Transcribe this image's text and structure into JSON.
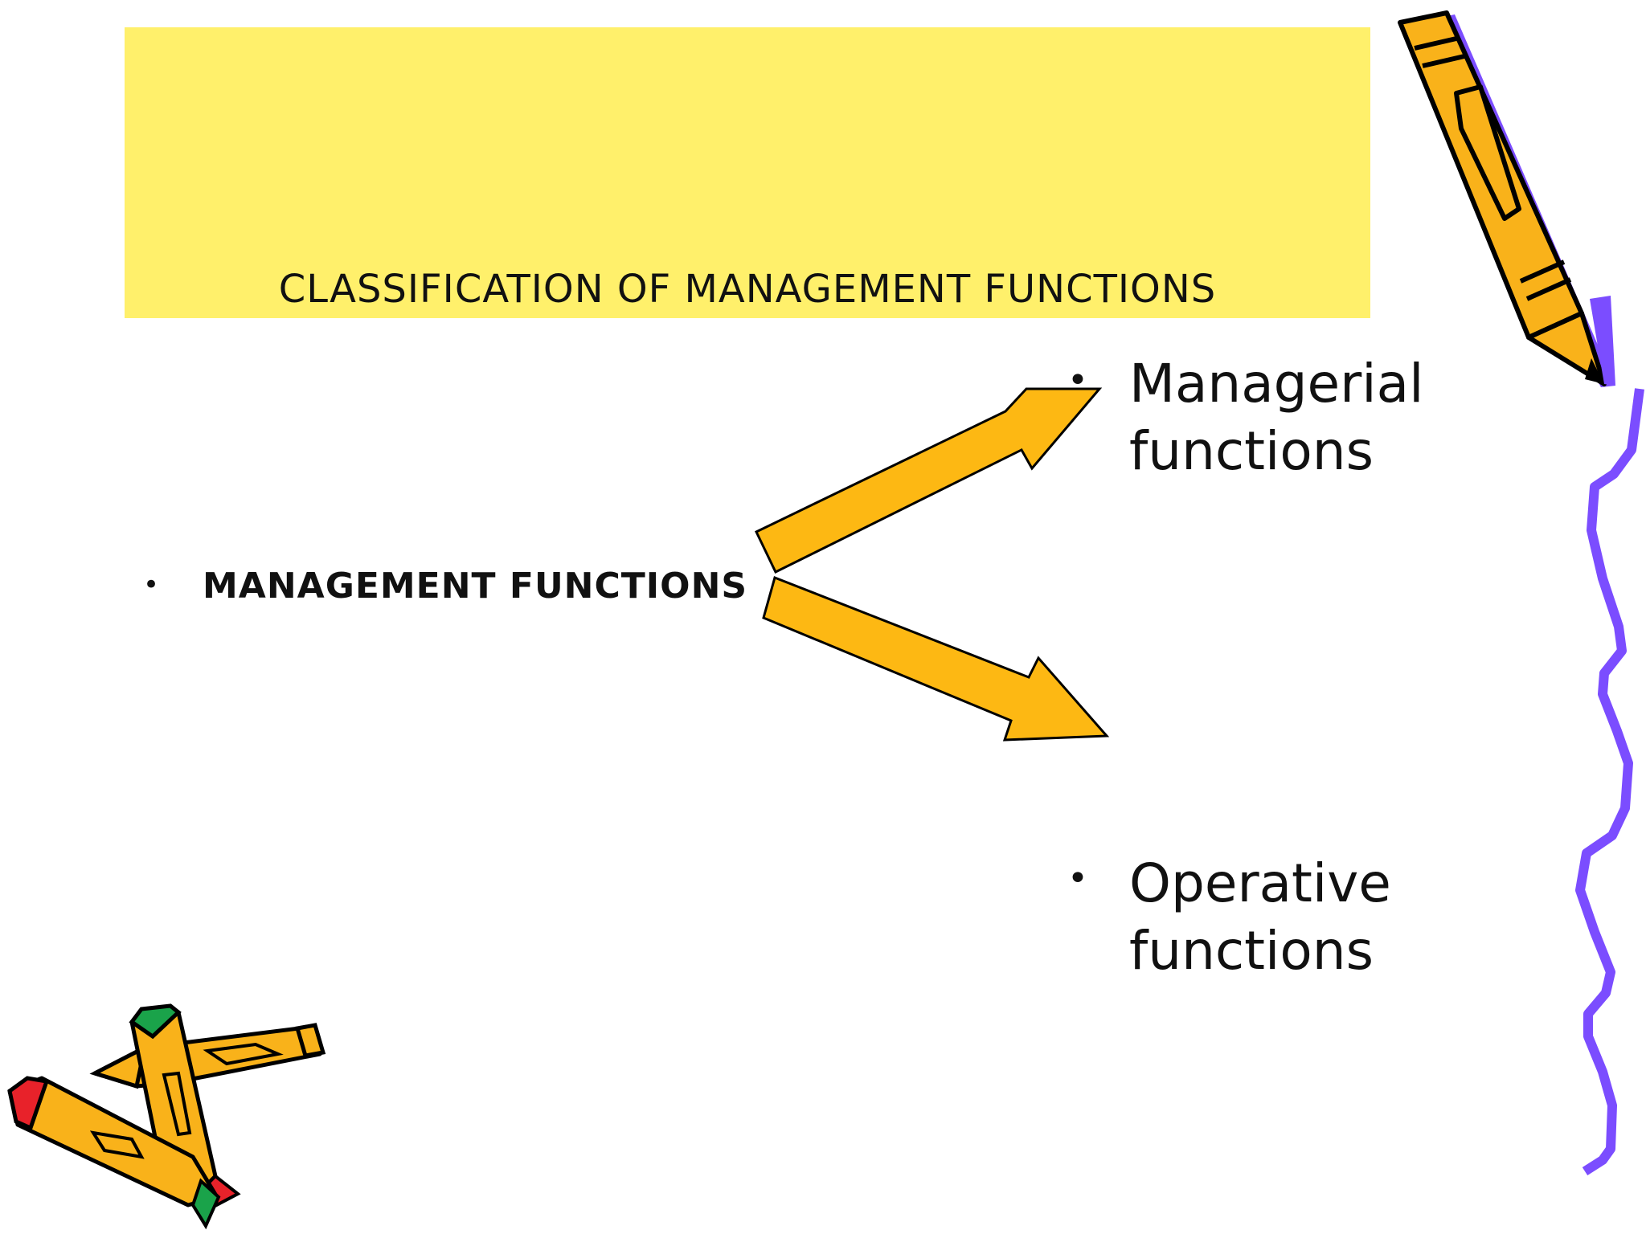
{
  "title": "CLASSIFICATION OF MANAGEMENT FUNCTIONS",
  "left_bullet": {
    "label": "MANAGEMENT FUNCTIONS"
  },
  "right_bullets": [
    {
      "label": "Managerial functions"
    },
    {
      "label": "Operative functions"
    }
  ],
  "colors": {
    "title_background": "#fff06b",
    "arrow_fill": "#fdb813",
    "pencil_body": "#f9b21a",
    "pencil_accent_purple": "#7b4dff",
    "squiggle": "#7b4dff",
    "eraser_red": "#e8222a",
    "eraser_green": "#1aa34a"
  },
  "icons": [
    "pencil-icon",
    "crossed-pencils-icon",
    "right-arrow-icon",
    "squiggle-line"
  ]
}
